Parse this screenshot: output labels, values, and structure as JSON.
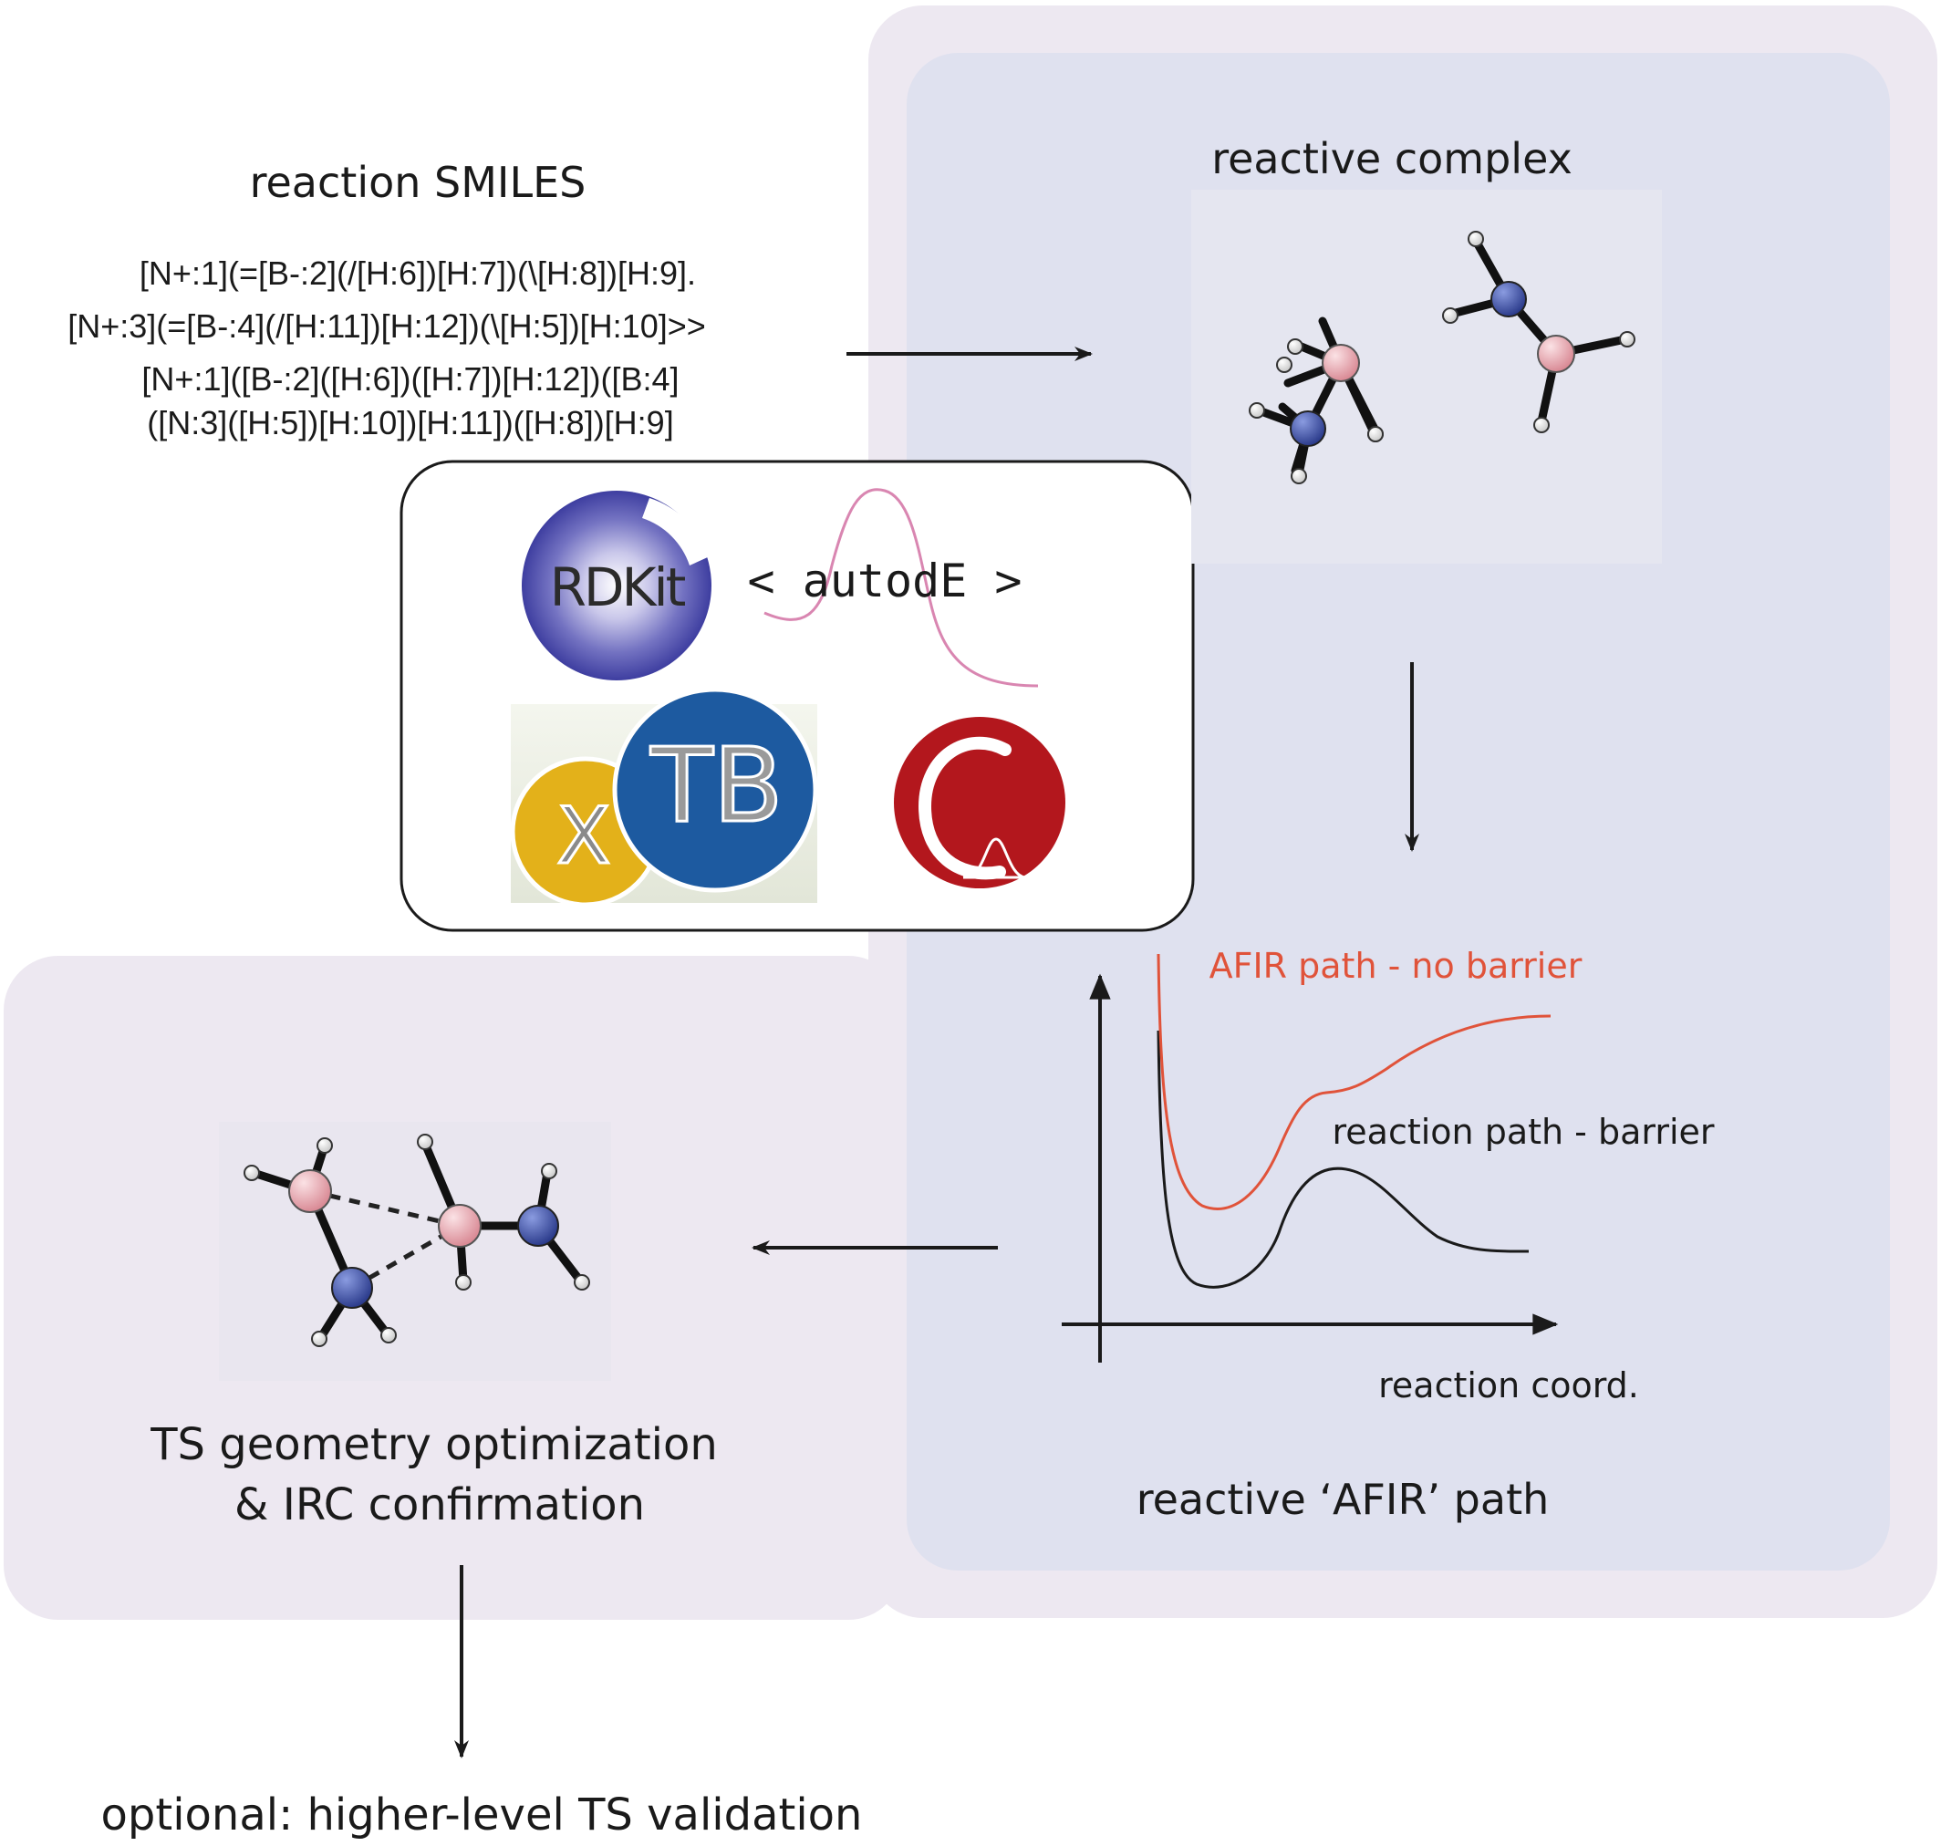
{
  "input": {
    "title": "reaction SMILES",
    "smiles_lines": [
      "[N+:1](=[B-:2](/[H:6])[H:7])(\\[H:8])[H:9].",
      "[N+:3](=[B-:4](/[H:11])[H:12])(\\[H:5])[H:10]>>",
      "[N+:1]([B-:2]([H:6])([H:7])[H:12])([B:4]",
      "([N:3]([H:5])[H:10])[H:11])([H:8])[H:9]"
    ]
  },
  "tools": {
    "rdkit_logo": "RDKit",
    "autode_logo": "< autodE >",
    "xtb_logo_x": "X",
    "xtb_logo_tb": "TB"
  },
  "complex": {
    "title": "reactive complex"
  },
  "afir": {
    "title": "reactive ‘AFIR’ path",
    "afir_curve_label": "AFIR path - no barrier",
    "barrier_curve_label": "reaction path - barrier",
    "x_axis_label": "reaction coord."
  },
  "ts": {
    "title_line1": "TS geometry optimization",
    "title_line2": "& IRC confirmation"
  },
  "validation": {
    "title": "optional: higher-level TS validation"
  },
  "colors": {
    "outer_panel": "#ede8f1",
    "inner_panel": "#dfe1ef",
    "afir_curve": "#e0533a",
    "barrier_curve": "#1a1a1a",
    "nitrogen": "#3b4fa3",
    "boron": "#e6a2ab",
    "hydrogen": "#ffffff",
    "rdkit": "#4a4aa6",
    "xtb_blue": "#1d5aa0",
    "xtb_gold": "#e3b11a",
    "orca_red": "#b3171d",
    "autode_wave": "#d986b1"
  }
}
